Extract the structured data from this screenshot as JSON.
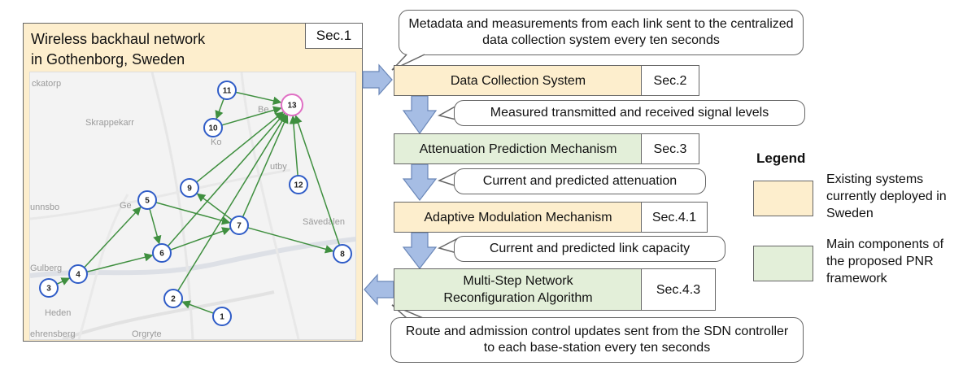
{
  "left_panel": {
    "title_line1": "Wireless backhaul network",
    "title_line2": "in Gothenborg, Sweden",
    "section": "Sec.1"
  },
  "map_labels": {
    "tl": "ckatorp",
    "skrap": "Skrappekarr",
    "ko": "Ko",
    "be": "Be",
    "gunnsbo": "unnsbo",
    "ge": "Ge",
    "gulberg": "Gulberg",
    "heden": "Heden",
    "utby": "utby",
    "savedalen": "Sävedalen",
    "orgryte": "Orgryte",
    "ehrensberg": "ehrensberg"
  },
  "nodes": [
    {
      "id": "1"
    },
    {
      "id": "2"
    },
    {
      "id": "3"
    },
    {
      "id": "4"
    },
    {
      "id": "5"
    },
    {
      "id": "6"
    },
    {
      "id": "7"
    },
    {
      "id": "8"
    },
    {
      "id": "9"
    },
    {
      "id": "10"
    },
    {
      "id": "11"
    },
    {
      "id": "12"
    },
    {
      "id": "13"
    }
  ],
  "colors": {
    "orange": "#fdeecd",
    "green": "#e3efd9",
    "arrow_blue": "#a6bde4",
    "node_blue": "#2f5cc7",
    "gateway_pink": "#e06fc4",
    "edge_green": "#3f8f3f"
  },
  "flow": {
    "top_callout": "Metadata and measurements from each link sent to the centralized data collection system every ten seconds",
    "dcs": {
      "label": "Data Collection System",
      "section": "Sec.2"
    },
    "callout_signal": "Measured transmitted and received signal levels",
    "apm": {
      "label": "Attenuation Prediction Mechanism",
      "section": "Sec.3"
    },
    "callout_attenuation": "Current and predicted attenuation",
    "amm": {
      "label": "Adaptive Modulation Mechanism",
      "section": "Sec.4.1"
    },
    "callout_capacity": "Current and predicted link capacity",
    "msnra": {
      "line1": "Multi-Step Network",
      "line2": "Reconfiguration Algorithm",
      "section": "Sec.4.3"
    },
    "bottom_callout": "Route and admission control updates sent from the SDN controller to each base-station every ten seconds"
  },
  "legend": {
    "title": "Legend",
    "existing": "Existing systems currently deployed in Sweden",
    "proposed": "Main components of the proposed PNR framework"
  }
}
